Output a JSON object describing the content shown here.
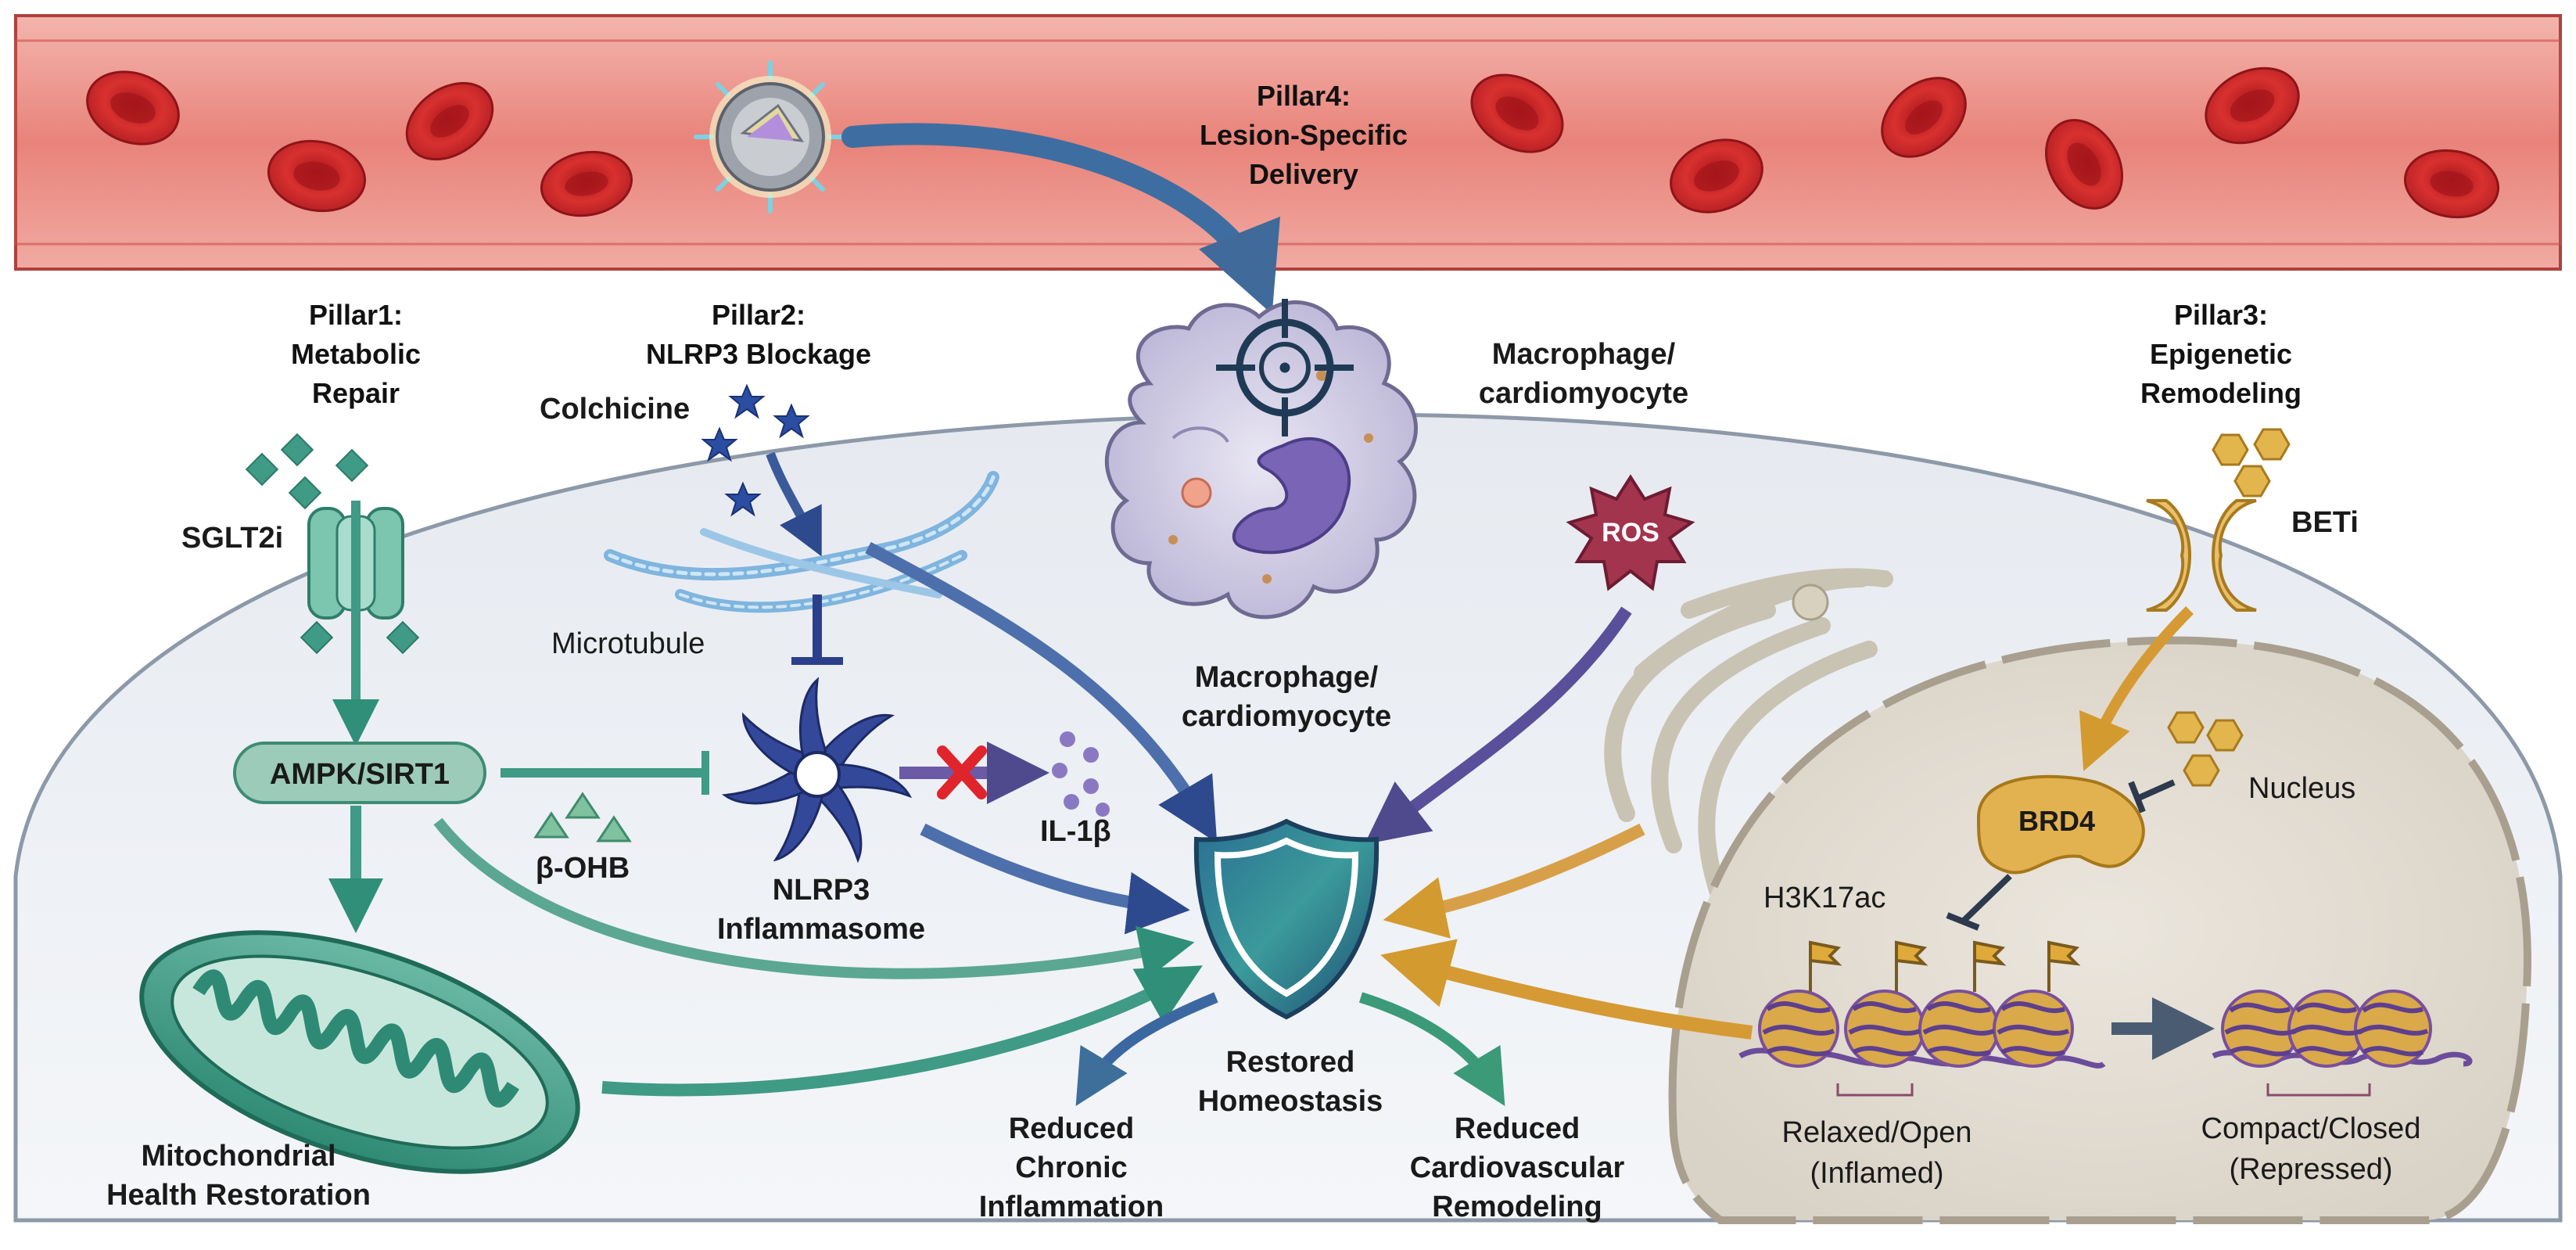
{
  "pillars": {
    "p1": [
      "Pillar1:",
      "Metabolic",
      "Repair"
    ],
    "p2": [
      "Pillar2:",
      "NLRP3 Blockage"
    ],
    "p3": [
      "Pillar3:",
      "Epigenetic",
      "Remodeling"
    ],
    "p4": [
      "Pillar4:",
      "Lesion-Specific",
      "Delivery"
    ]
  },
  "labels": {
    "sglt2i": "SGLT2i",
    "colchicine": "Colchicine",
    "microtubule": "Microtubule",
    "ampk": "AMPK/SIRT1",
    "bohb": "β-OHB",
    "nlrp3": [
      "NLRP3",
      "Inflammasome"
    ],
    "il1b": "IL-1β",
    "mito": [
      "Mitochondrial",
      "Health Restoration"
    ],
    "macro_top": [
      "Macrophage/",
      "cardiomyocyte"
    ],
    "macro_mid": [
      "Macrophage/",
      "cardiomyocyte"
    ],
    "ros": "ROS",
    "beti": "BETi",
    "brd4": "BRD4",
    "nucleus": "Nucleus",
    "h3k": "H3K17ac",
    "relaxed": [
      "Relaxed/Open",
      "(Inflamed)"
    ],
    "compact": [
      "Compact/Closed",
      "(Repressed)"
    ],
    "restored": [
      "Restored",
      "Homeostasis"
    ],
    "reduced_inflam": [
      "Reduced",
      "Chronic",
      "Inflammation"
    ],
    "reduced_cardio": [
      "Reduced",
      "Cardiovascular",
      "Remodeling"
    ]
  },
  "colors": {
    "vessel": "#e8807a",
    "rbc": "#c8252a",
    "cell": "#e9edf2",
    "metabolic": "#3f9a86",
    "nlrp3": "#2c3f8c",
    "epigenetic": "#d9a23a",
    "macrophage": "#b9b3d8",
    "ros": "#a3344e"
  }
}
